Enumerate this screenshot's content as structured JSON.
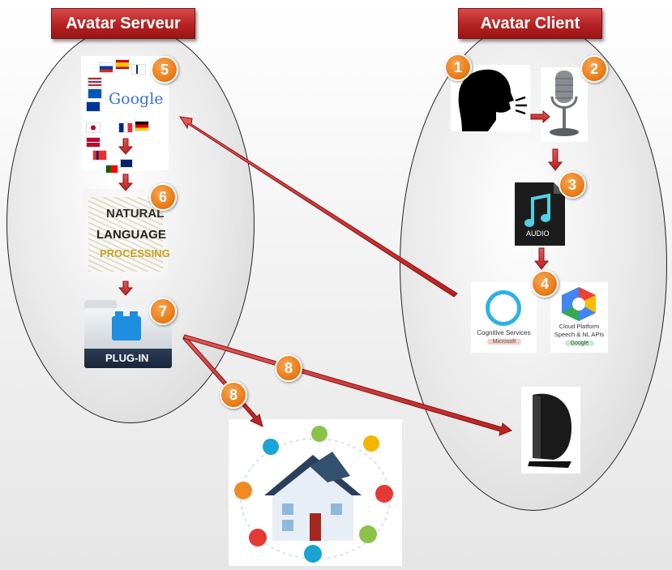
{
  "banners": {
    "server": "Avatar Serveur",
    "client": "Avatar Client"
  },
  "steps": [
    "1",
    "2",
    "3",
    "4",
    "5",
    "6",
    "7",
    "8",
    "8"
  ],
  "cards": {
    "google_text": "Google",
    "nlp_words": [
      "NATURAL",
      "LANGUAGE",
      "PROCESSING"
    ],
    "plugin_label": "PLUG-IN",
    "audio_label": "AUDIO",
    "cognitive_title": "Cognitive Services",
    "cognitive_vendor": "Microsoft",
    "cloud_title_1": "Cloud Platform",
    "cloud_title_2": "Speech & NL APIs",
    "cloud_vendor": "Google"
  },
  "colors": {
    "banner_red": "#b52222",
    "arrow_red": "#cc3333",
    "badge_orange": "#ea7a16"
  },
  "icons": [
    "speaking-head-icon",
    "microphone-icon",
    "audio-file-icon",
    "microsoft-cognitive-logo",
    "google-cloud-logo",
    "google-translate-flags",
    "nlp-word-cloud",
    "plugin-folder-icon",
    "smart-home-icon",
    "speaker-device-icon"
  ]
}
